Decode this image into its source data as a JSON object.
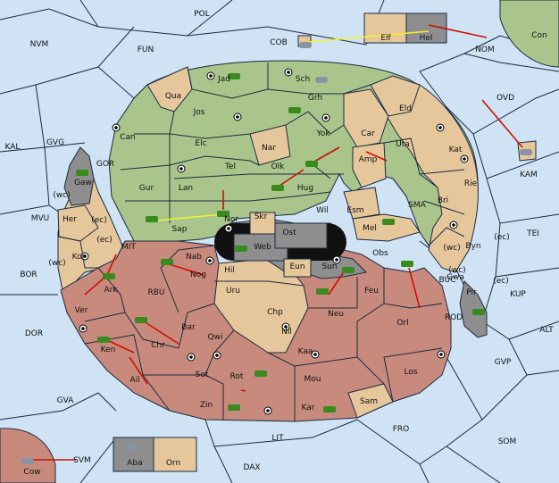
{
  "colors": {
    "sea": "#cfe3f5",
    "green": "#a9c58c",
    "tan": "#e6c79c",
    "red": "#c98a7e",
    "gray": "#8e8e8e",
    "orders": "#cc1100",
    "support": "#f2f230",
    "army": "#3a8a1e",
    "fleet": "#8a93a0"
  },
  "sea_labels": [
    "POL",
    "NVM",
    "FUN",
    "COB",
    "NOM",
    "Con",
    "KAL",
    "GVG",
    "OVD",
    "GOR",
    "KAM",
    "MVU",
    "SMA",
    "TEI",
    "MIT",
    "BOR",
    "RBU",
    "BUC",
    "KUP",
    "DOR",
    "ROD",
    "ALT",
    "GVP",
    "GVA",
    "FRO",
    "SOM",
    "LIT",
    "SVM",
    "DAX"
  ],
  "land_labels": [
    "Elf",
    "Hel",
    "Jad",
    "Sch",
    "Qua",
    "Grh",
    "Jos",
    "Eld",
    "Can",
    "Yok",
    "Car",
    "Elc",
    "Nar",
    "Uta",
    "Kat",
    "Tel",
    "Olk",
    "Amp",
    "Gur",
    "Lan",
    "Hug",
    "Rie",
    "Gaw",
    "Wil",
    "Esm",
    "Bri",
    "Her",
    "Sap",
    "Nor",
    "Skr",
    "Ost",
    "Mel",
    "Byn",
    "Web",
    "Kor",
    "Nab",
    "Obs",
    "Gwa",
    "Hil",
    "Eun",
    "Ark",
    "Nog",
    "Sun",
    "Uru",
    "Feu",
    "Pir",
    "Ver",
    "Chp",
    "Neu",
    "Orl",
    "Bar",
    "Qwi",
    "Nil",
    "Ken",
    "Chr",
    "Kaa",
    "Los",
    "Ail",
    "Sot",
    "Rot",
    "Mou",
    "Zin",
    "Kar",
    "Sam",
    "Cow",
    "Aba",
    "Orn"
  ],
  "coast_labels": [
    "(wc)",
    "(ec)",
    "(ec)",
    "(wc)",
    "(wc)",
    "(ec)",
    "(wc)",
    "(ec)"
  ]
}
